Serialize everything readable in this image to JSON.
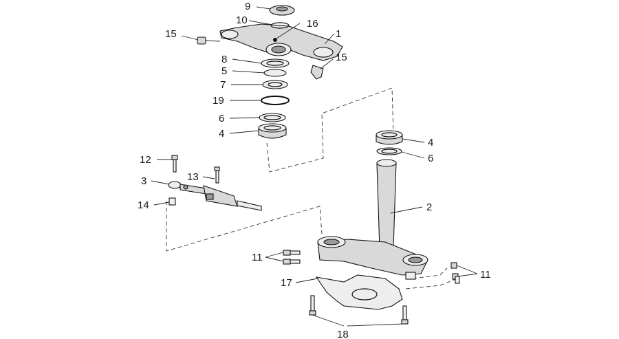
{
  "diagram": {
    "callouts": {
      "c9": "9",
      "c10": "10",
      "c16": "16",
      "c15a": "15",
      "c1": "1",
      "c15b": "15",
      "c8": "8",
      "c5": "5",
      "c7": "7",
      "c19": "19",
      "c6a": "6",
      "c4a": "4",
      "c4b": "4",
      "c6b": "6",
      "c2": "2",
      "c12": "12",
      "c13": "13",
      "c3": "3",
      "c14": "14",
      "c11a": "11",
      "c11b": "11",
      "c17": "17",
      "c18": "18"
    }
  }
}
